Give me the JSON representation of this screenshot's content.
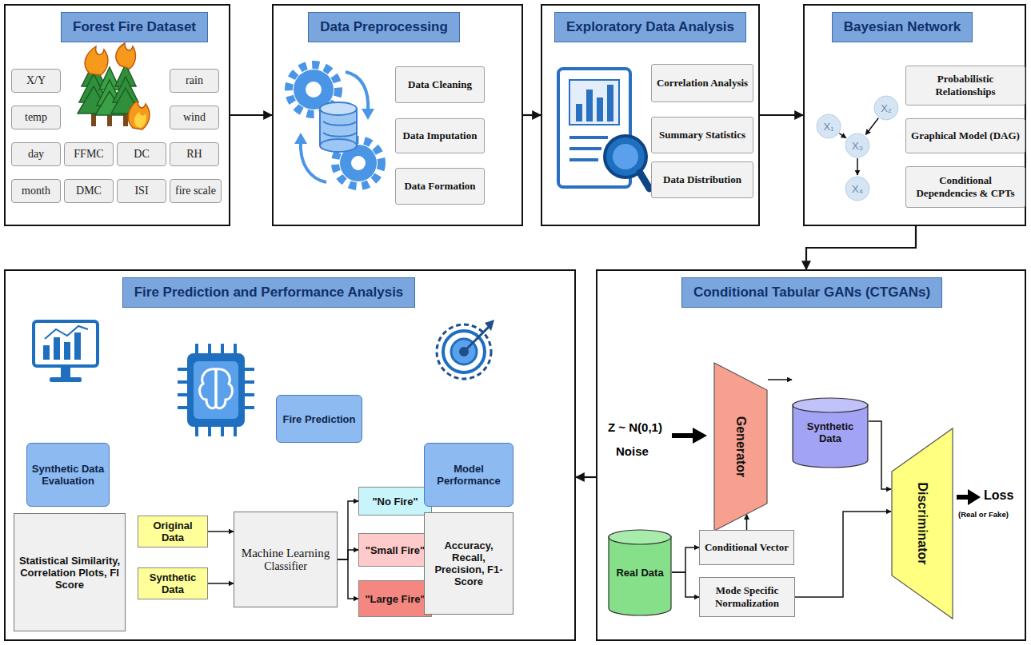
{
  "diagram": {
    "nodes": [
      {
        "text": [
          "Forest Fire Dataset"
        ]
      },
      {
        "text": [
          "X/Y"
        ],
        "in": 0
      },
      {
        "text": [
          "rain"
        ],
        "in": 0
      },
      {
        "text": [
          "temp"
        ],
        "in": 0
      },
      {
        "text": [
          "wind"
        ],
        "in": 0
      },
      {
        "text": [
          "day"
        ],
        "in": 0
      },
      {
        "text": [
          "FFMC"
        ],
        "in": 0
      },
      {
        "text": [
          "DC"
        ],
        "in": 0
      },
      {
        "text": [
          "RH"
        ],
        "in": 0
      },
      {
        "text": [
          "month"
        ],
        "in": 0
      },
      {
        "text": [
          "DMC"
        ],
        "in": 0
      },
      {
        "text": [
          "ISI"
        ],
        "in": 0
      },
      {
        "text": [
          "fire scale"
        ],
        "in": 0
      },
      {
        "text": [
          "Data Preprocessing"
        ]
      },
      {
        "text": [
          "Data Cleaning"
        ],
        "in": 13
      },
      {
        "text": [
          "Data Imputation"
        ],
        "in": 13
      },
      {
        "text": [
          "Data Formation"
        ],
        "in": 13
      },
      {
        "text": [
          "Exploratory Data Analysis"
        ]
      },
      {
        "text": [
          "Correlation Analysis"
        ],
        "in": 17
      },
      {
        "text": [
          "Summary Statistics"
        ],
        "in": 17
      },
      {
        "text": [
          "Data Distribution"
        ],
        "in": 17
      },
      {
        "text": [
          "Bayesian Network"
        ]
      },
      {
        "text": [
          "X₁"
        ],
        "in": 21
      },
      {
        "text": [
          "X₂"
        ],
        "in": 21
      },
      {
        "text": [
          "X₃"
        ],
        "in": 21
      },
      {
        "text": [
          "X₄"
        ],
        "in": 21
      },
      {
        "text": [
          "Probabilistic Relationships"
        ],
        "in": 21
      },
      {
        "text": [
          "Graphical Model (DAG)"
        ],
        "in": 21
      },
      {
        "text": [
          "Conditional Dependencies & CPTs"
        ],
        "in": 21
      },
      {
        "text": [
          "Fire Prediction and Performance Analysis"
        ]
      },
      {
        "text": [
          "Synthetic Data Evaluation"
        ],
        "in": 29
      },
      {
        "text": [
          "Statistical Similarity, Correlation Plots, FI Score"
        ],
        "in": 29
      },
      {
        "text": [
          "Fire Prediction"
        ],
        "in": 29
      },
      {
        "text": [
          "Original Data"
        ],
        "in": 29
      },
      {
        "text": [
          "Synthetic Data"
        ],
        "in": 29
      },
      {
        "text": [
          "Machine Learning",
          "Classifier"
        ],
        "in": 29
      },
      {
        "text": [
          "\"No Fire\""
        ],
        "in": 29
      },
      {
        "text": [
          "\"Small Fire\""
        ],
        "in": 29
      },
      {
        "text": [
          "\"Large Fire\""
        ],
        "in": 29
      },
      {
        "text": [
          "Model Performance"
        ],
        "in": 29
      },
      {
        "text": [
          "Accuracy, Recall, Precision, F1-Score"
        ],
        "in": 29
      },
      {
        "text": [
          "Conditional Tabular GANs (CTGANs)"
        ]
      },
      {
        "text": [
          "Generator"
        ],
        "in": 41
      },
      {
        "text": [
          "Synthetic Data"
        ],
        "in": 41
      },
      {
        "text": [
          "Discriminator"
        ],
        "in": 41
      },
      {
        "text": [
          "Real Data"
        ],
        "in": 41
      },
      {
        "text": [
          "Conditional Vector"
        ],
        "in": 41
      },
      {
        "text": [
          "Mode Specific Normalization"
        ],
        "in": 41
      }
    ],
    "edges": [
      {
        "from": 0,
        "to": 13,
        "arrow": "to"
      },
      {
        "from": 13,
        "to": 17,
        "arrow": "to"
      },
      {
        "from": 17,
        "to": 21,
        "arrow": "to"
      },
      {
        "from": 21,
        "to": 41,
        "arrow": "to"
      },
      {
        "from": 41,
        "to": 29,
        "arrow": "to"
      },
      {
        "from": 22,
        "to": 24,
        "arrow": "to"
      },
      {
        "from": 23,
        "to": 24,
        "arrow": "to"
      },
      {
        "from": 24,
        "to": 25,
        "arrow": "to"
      },
      {
        "from": 33,
        "to": 35,
        "arrow": "to"
      },
      {
        "from": 34,
        "to": 35,
        "arrow": "to"
      },
      {
        "from": 35,
        "to": 36,
        "arrow": "to"
      },
      {
        "from": 35,
        "to": 37,
        "arrow": "to"
      },
      {
        "from": 35,
        "to": 38,
        "arrow": "to"
      },
      {
        "from": 45,
        "to": 46,
        "arrow": "to"
      },
      {
        "from": 45,
        "to": 47,
        "arrow": "to"
      },
      {
        "from": 46,
        "to": 42,
        "arrow": "to"
      },
      {
        "from": 42,
        "to": 43,
        "arrow": "to"
      },
      {
        "from": 43,
        "to": 44,
        "arrow": "to"
      },
      {
        "from": 47,
        "to": 44,
        "arrow": "to"
      }
    ],
    "labels": [
      "Z ~ N(0,1)",
      "Noise",
      "Loss",
      "(Real or Fake)"
    ]
  }
}
